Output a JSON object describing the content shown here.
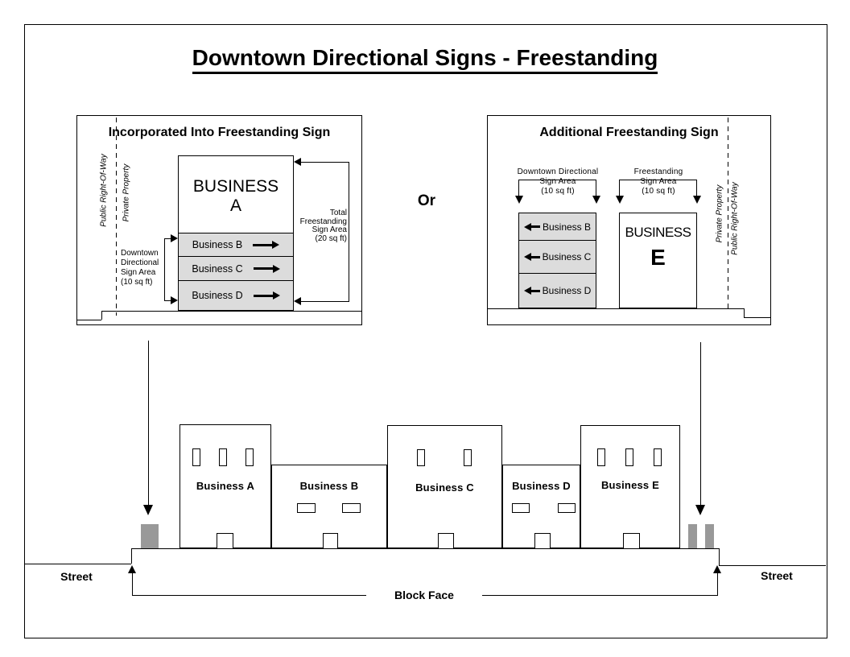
{
  "main_title": "Downtown Directional Signs - Freestanding",
  "or_label": "Or",
  "colors": {
    "row_fill": "#DCDCDC",
    "post_fill": "#999999"
  },
  "left_panel": {
    "title": "Incorporated Into Freestanding Sign",
    "public_label": "Public Right-Of-Way",
    "private_label": "Private Property",
    "sign": {
      "primary_line1": "BUSINESS",
      "primary_line2": "A",
      "rows": [
        "Business B",
        "Business C",
        "Business D"
      ]
    },
    "directional_area_lines": [
      "Downtown",
      "Directional",
      "Sign Area",
      "(10 sq ft)"
    ],
    "total_area_lines": [
      "Total",
      "Freestanding",
      "Sign Area",
      "(20 sq ft)"
    ]
  },
  "right_panel": {
    "title": "Additional Freestanding Sign",
    "private_label": "Private Property",
    "public_label": "Public Right-Of-Way",
    "directional_sign_rows": [
      "Business B",
      "Business C",
      "Business D"
    ],
    "freestanding_sign": {
      "line1": "BUSINESS",
      "line2": "E"
    },
    "directional_bracket_lines": [
      "Downtown Directional",
      "Sign Area",
      "(10 sq ft)"
    ],
    "freestanding_bracket_lines": [
      "Freestanding",
      "Sign Area",
      "(10 sq ft)"
    ]
  },
  "street_scene": {
    "buildings": [
      {
        "label": "Business A"
      },
      {
        "label": "Business B"
      },
      {
        "label": "Business C"
      },
      {
        "label": "Business D"
      },
      {
        "label": "Business E"
      }
    ],
    "street_label_left": "Street",
    "street_label_right": "Street",
    "block_face_label": "Block Face"
  }
}
